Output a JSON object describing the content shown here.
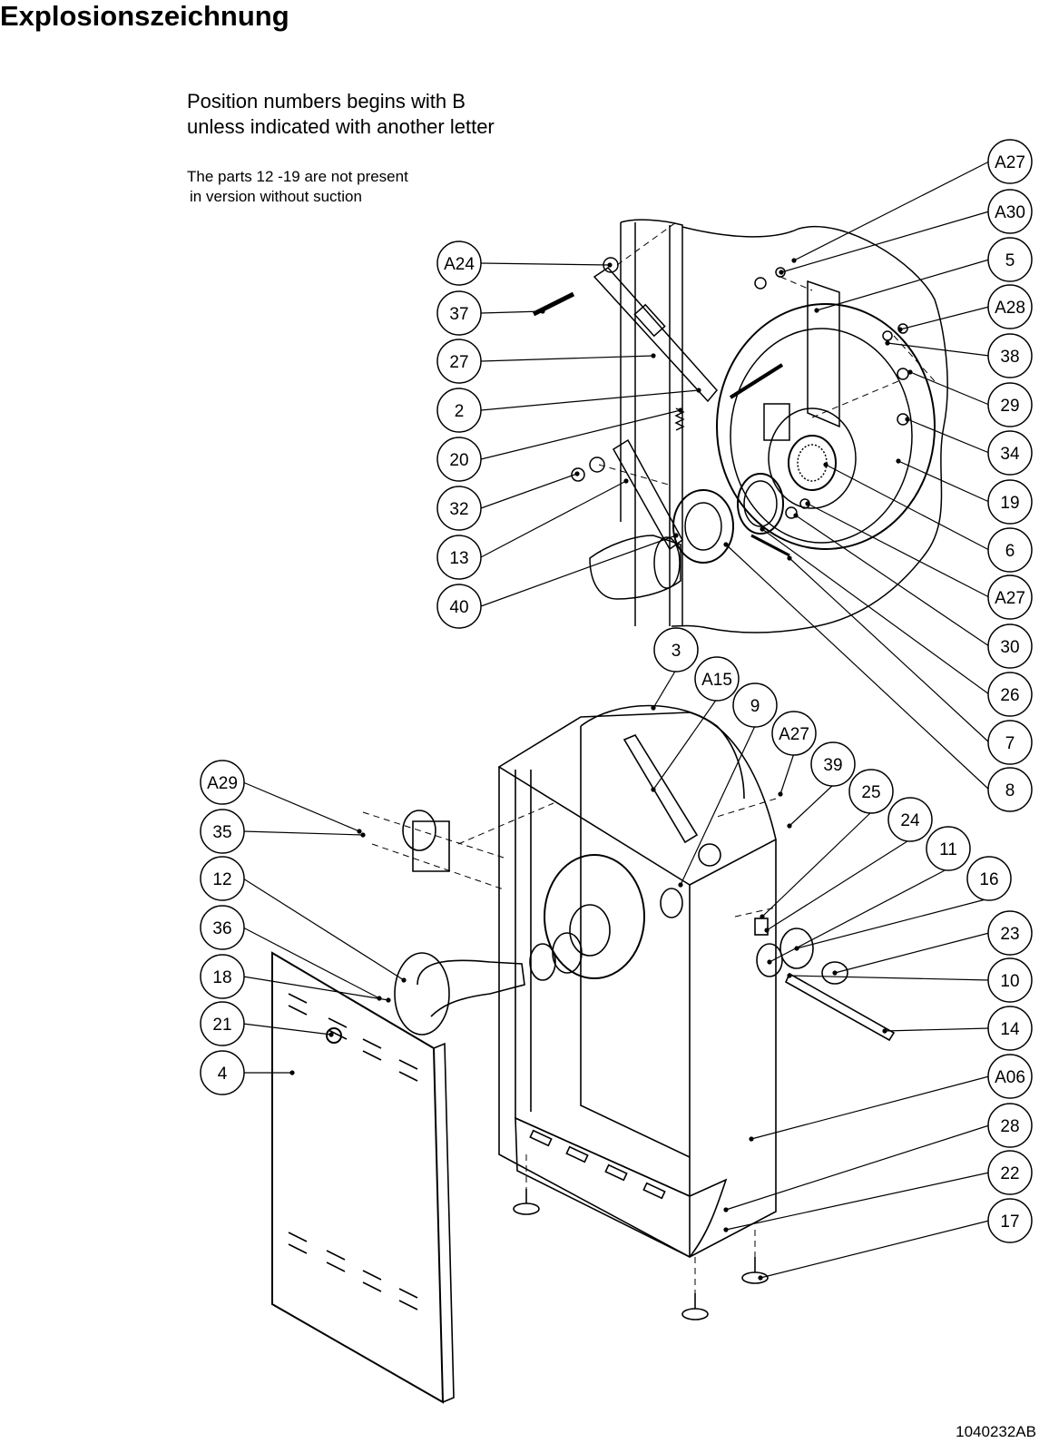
{
  "title": "Explosionszeichnung",
  "notes": {
    "line1": "Position numbers begins with B",
    "line2": "unless indicated with another letter",
    "parts_line1": "The parts 12 -19 are not present",
    "parts_line2": "in version without suction"
  },
  "document_number": "1040232AB",
  "callouts": {
    "top_left": [
      "A24",
      "37",
      "27",
      "2",
      "20",
      "32",
      "13",
      "40"
    ],
    "top_right": [
      "A27",
      "A30",
      "5",
      "A28",
      "38",
      "29",
      "34",
      "19",
      "6",
      "A27",
      "30",
      "26",
      "7",
      "8"
    ],
    "top_row": [
      "3",
      "A15",
      "9",
      "A27",
      "39",
      "25",
      "24",
      "11",
      "16"
    ],
    "bottom_right": [
      "23",
      "10",
      "14",
      "A06",
      "28",
      "22",
      "17"
    ],
    "bottom_left": [
      "A29",
      "35",
      "12",
      "36",
      "18",
      "21",
      "4"
    ]
  }
}
